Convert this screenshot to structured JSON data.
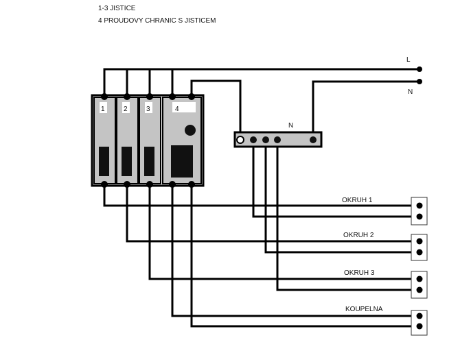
{
  "legend": {
    "line1": "1-3 JISTICE",
    "line2": "4 PROUDOVY CHRANIC S JISTICEM"
  },
  "supply": {
    "L": "L",
    "N": "N"
  },
  "neutral_bar": {
    "label": "N"
  },
  "breakers": [
    "1",
    "2",
    "3",
    "4"
  ],
  "circuits": [
    "OKRUH 1",
    "OKRUH 2",
    "OKRUH 3",
    "KOUPELNA"
  ],
  "colors": {
    "wire": "#000000",
    "breaker_body": "#c4c4c4",
    "breaker_outline": "#000000",
    "background": "#ffffff"
  }
}
